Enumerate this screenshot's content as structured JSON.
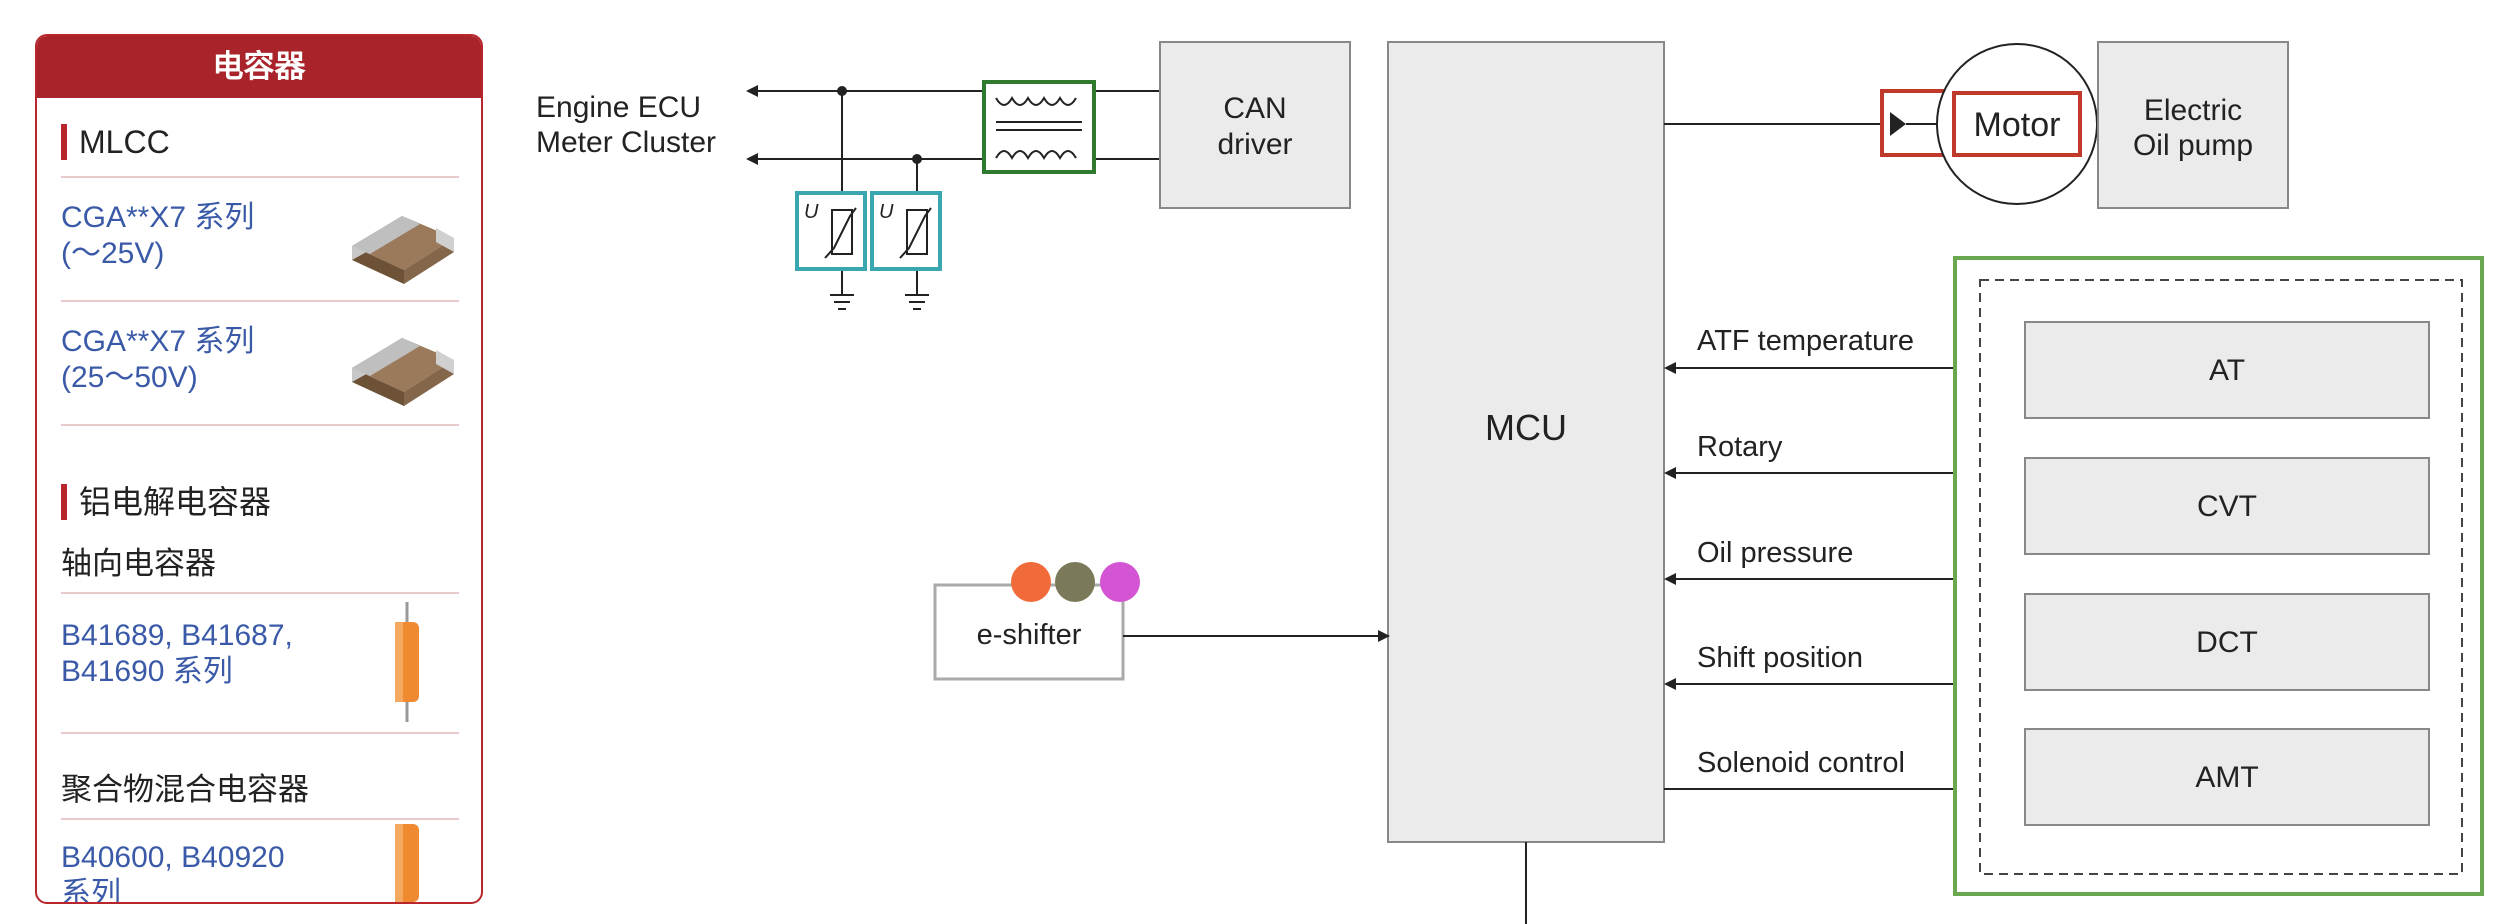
{
  "sidebar": {
    "header": "电容器",
    "mlcc": {
      "title": "MLCC",
      "items": [
        {
          "line1": "CGA**X7 系列",
          "line2": "(～25V)"
        },
        {
          "line1": "CGA**X7 系列",
          "line2": "(25～50V)"
        }
      ]
    },
    "aluminum": {
      "title": "铝电解电容器",
      "axial": {
        "title": "轴向电容器",
        "line1": "B41689, B41687,",
        "line2": "B41690 系列"
      },
      "hybrid": {
        "title": "聚合物混合电容器",
        "line1": "B40600, B40920",
        "line2": "系列"
      }
    }
  },
  "diagram": {
    "engine_ecu": "Engine ECU",
    "meter_cluster": "Meter Cluster",
    "can_driver_l1": "CAN",
    "can_driver_l2": "driver",
    "mcu": "MCU",
    "motor": "Motor",
    "pump_l1": "Electric",
    "pump_l2": "Oil pump",
    "eshifter": "e-shifter",
    "signals": {
      "atf": "ATF temperature",
      "rotary": "Rotary",
      "oil": "Oil pressure",
      "shift": "Shift position",
      "solenoid": "Solenoid control"
    },
    "transmissions": [
      "AT",
      "CVT",
      "DCT",
      "AMT"
    ],
    "varistor_label": "U",
    "colors": {
      "sidebar_red": "#a8232a",
      "filter_green": "#2f7a2f",
      "varistor_teal": "#3aa6b0",
      "motor_red": "#c0392b",
      "trans_green": "#6aa84f",
      "dot_orange": "#f06a3a",
      "dot_olive": "#7a7a5a",
      "dot_magenta": "#d455d4"
    }
  }
}
